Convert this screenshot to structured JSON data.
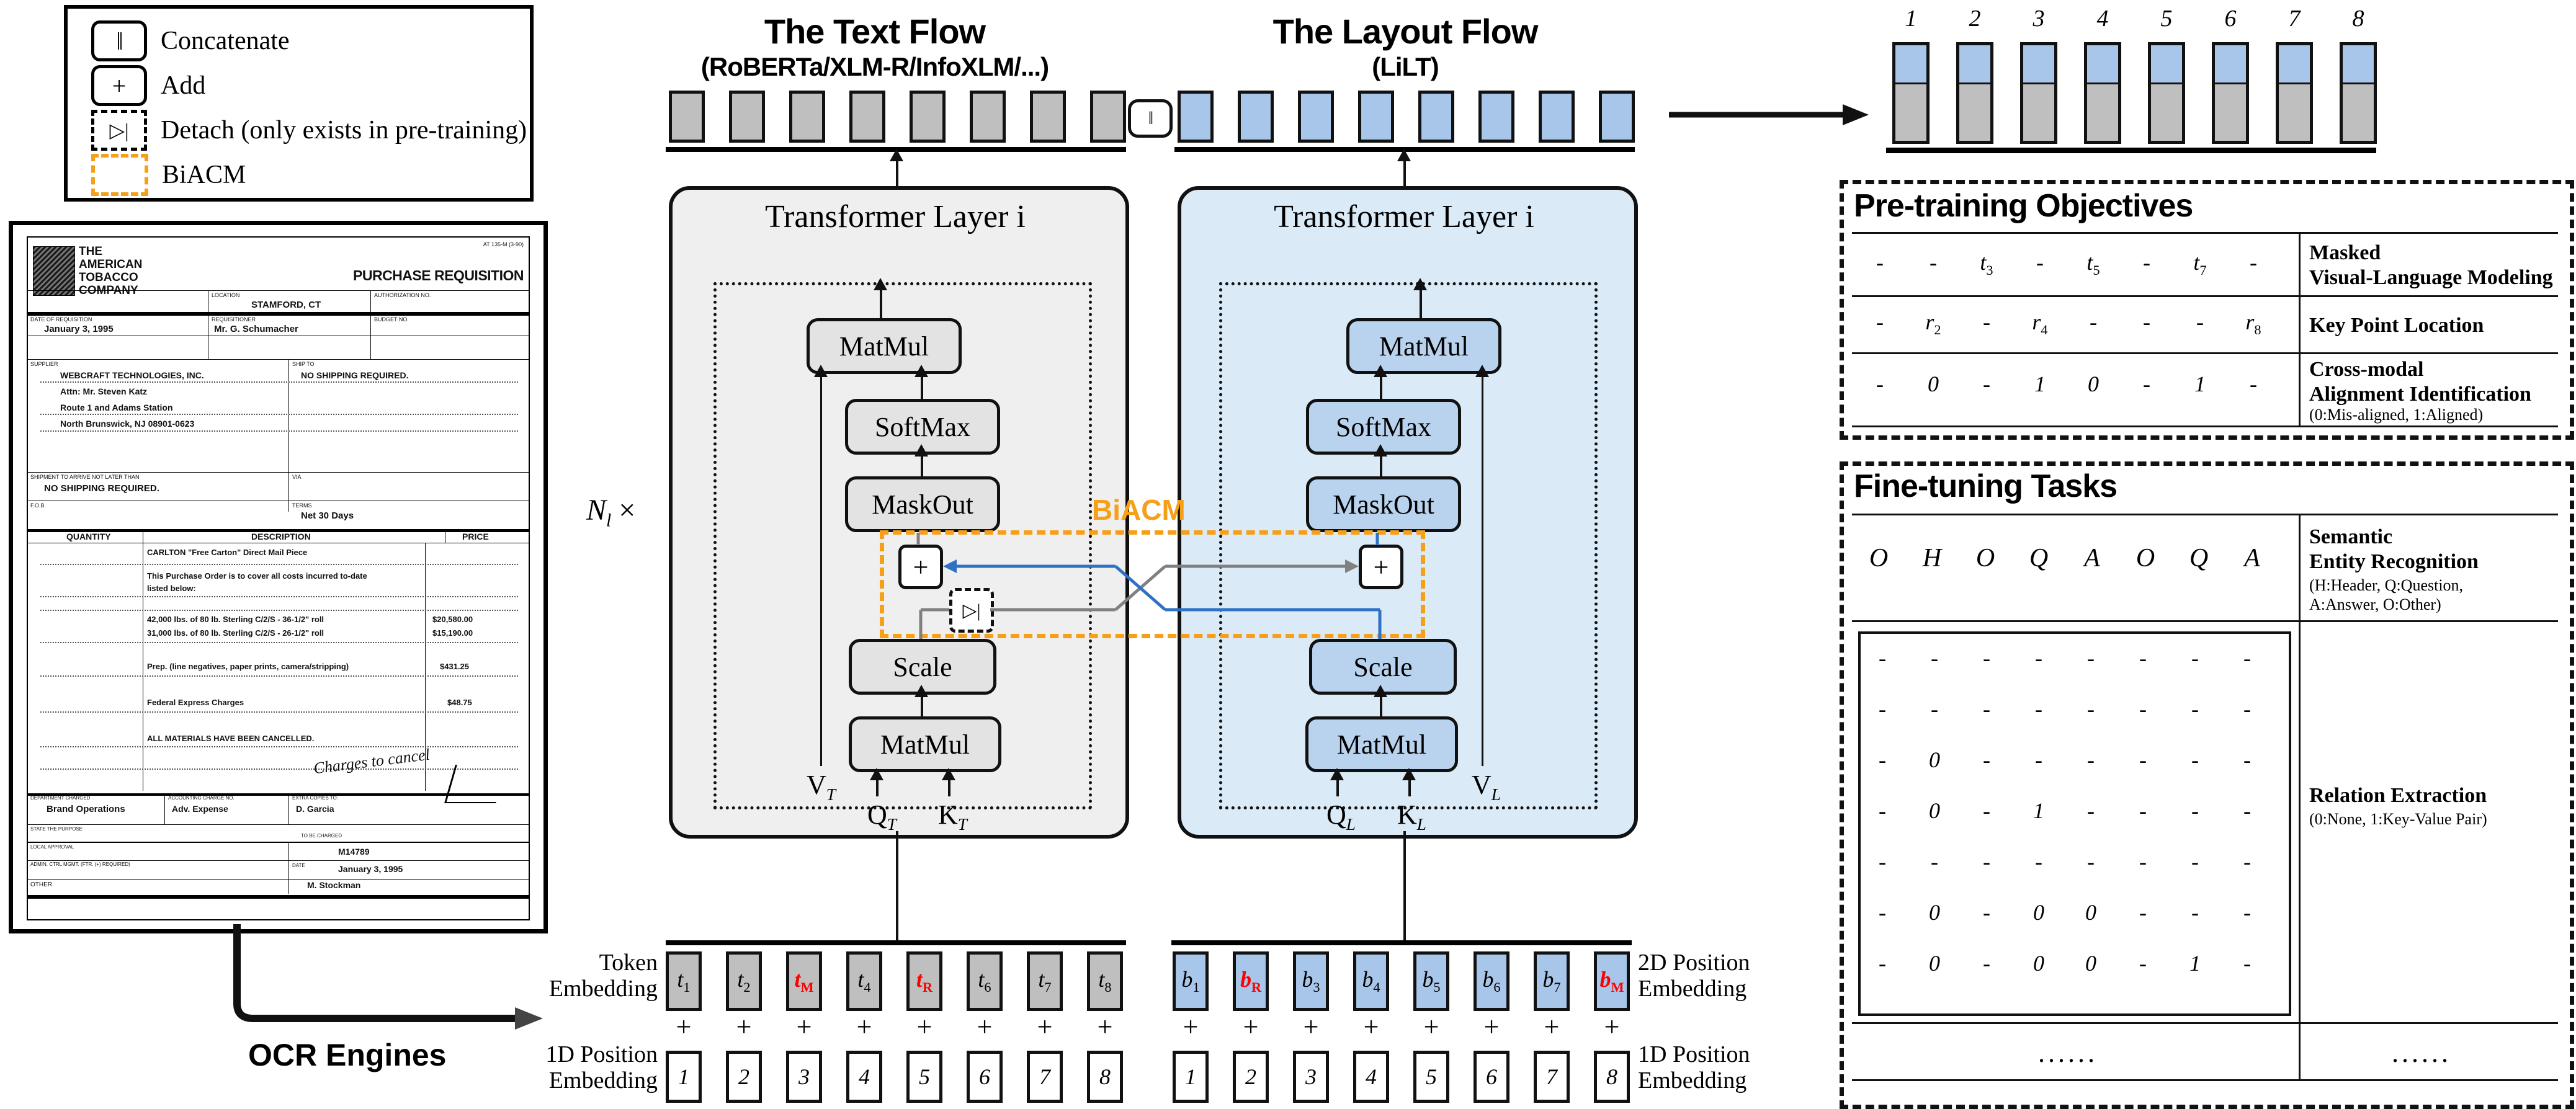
{
  "legend": {
    "items": [
      {
        "icon": "concatenate-icon",
        "glyph": "‖",
        "label": "Concatenate"
      },
      {
        "icon": "add-icon",
        "glyph": "+",
        "label": "Add"
      },
      {
        "icon": "detach-icon",
        "glyph": "▷|",
        "label": "Detach (only exists in pre-training)"
      },
      {
        "icon": "biacm-icon",
        "glyph": "",
        "label": "BiACM"
      }
    ]
  },
  "document": {
    "form_code": "AT 135-M (3-90)",
    "company": [
      "THE",
      "AMERICAN",
      "TOBACCO",
      "COMPANY"
    ],
    "title": "PURCHASE REQUISITION",
    "fields": [
      {
        "label": "LOCATION",
        "value": "STAMFORD, CT"
      },
      {
        "label": "AUTHORIZATION NO.",
        "value": ""
      },
      {
        "label": "DATE OF REQUISITION",
        "value": "January 3, 1995"
      },
      {
        "label": "REQUISITIONER",
        "value": "Mr. G. Schumacher"
      },
      {
        "label": "BUDGET NO.",
        "value": ""
      },
      {
        "label": "SUPPLIER",
        "value": ""
      },
      {
        "label": "SHIP TO",
        "value": "NO SHIPPING REQUIRED."
      },
      {
        "label": "SHIPMENT TO ARRIVE NOT LATER THAN",
        "value": "NO SHIPPING REQUIRED."
      },
      {
        "label": "VIA",
        "value": ""
      },
      {
        "label": "F.O.B.",
        "value": ""
      },
      {
        "label": "TERMS",
        "value": "Net 30 Days"
      }
    ],
    "supplier_lines": [
      "WEBCRAFT TECHNOLOGIES, INC.",
      "Attn: Mr. Steven Katz",
      "Route 1 and Adams Station",
      "North Brunswick, NJ 08901-0623"
    ],
    "table_headers": [
      "QUANTITY",
      "DESCRIPTION",
      "PRICE"
    ],
    "lines": [
      {
        "desc": "CARLTON \"Free Carton\" Direct Mail Piece",
        "price": ""
      },
      {
        "desc": "This Purchase Order is to cover all costs incurred to-date",
        "price": ""
      },
      {
        "desc": "listed below:",
        "price": ""
      },
      {
        "desc": "42,000 lbs. of 80 lb. Sterling C/2/S - 36-1/2\" roll",
        "price": "$20,580.00"
      },
      {
        "desc": "31,000 lbs. of 80 lb. Sterling C/2/S - 26-1/2\" roll",
        "price": "$15,190.00"
      },
      {
        "desc": "Prep. (line negatives, paper prints, camera/stripping)",
        "price": "$431.25"
      },
      {
        "desc": "Federal Express Charges",
        "price": "$48.75"
      },
      {
        "desc": "ALL MATERIALS HAVE BEEN CANCELLED.",
        "price": ""
      }
    ],
    "handwriting": "Charges to cancel",
    "footer": [
      {
        "label": "DEPARTMENT CHARGED",
        "value": "Brand Operations"
      },
      {
        "label": "ACCOUNTING CHARGE NO.",
        "value": "Adv. Expense"
      },
      {
        "label": "EXTRA COPIES TO:",
        "value": "D. Garcia"
      },
      {
        "label": "STATE THE PURPOSE",
        "value": ""
      },
      {
        "label": "LOCAL APPROVAL",
        "value": ""
      },
      {
        "label": "TO BE CHARGED",
        "value": ""
      },
      {
        "label": "ADMIN. CTRL MGMT. (FTR. (+) REQUIRED)",
        "value": "M14789"
      },
      {
        "label": "DATE",
        "value": "January 3, 1995"
      },
      {
        "label": "OTHER",
        "value": "M. Stockman"
      }
    ]
  },
  "ocr_arrow_label": "OCR Engines",
  "text_flow": {
    "title": "The Text Flow",
    "subtitle": "(RoBERTa/XLM-R/InfoXLM/...)",
    "layer_title": "Transformer Layer i",
    "ops": [
      "MatMul",
      "SoftMax",
      "MaskOut",
      "Scale",
      "MatMul"
    ],
    "inputs": [
      "V",
      "Q",
      "K"
    ],
    "input_sub": "T",
    "tokens": [
      {
        "base": "t",
        "sub": "1",
        "red": false
      },
      {
        "base": "t",
        "sub": "2",
        "red": false
      },
      {
        "base": "t",
        "sub": "M",
        "red": true
      },
      {
        "base": "t",
        "sub": "4",
        "red": false
      },
      {
        "base": "t",
        "sub": "R",
        "red": true
      },
      {
        "base": "t",
        "sub": "6",
        "red": false
      },
      {
        "base": "t",
        "sub": "7",
        "red": false
      },
      {
        "base": "t",
        "sub": "8",
        "red": false
      }
    ],
    "positions": [
      "1",
      "2",
      "3",
      "4",
      "5",
      "6",
      "7",
      "8"
    ]
  },
  "layout_flow": {
    "title": "The Layout Flow",
    "subtitle": "(LiLT)",
    "layer_title": "Transformer Layer i",
    "ops": [
      "MatMul",
      "SoftMax",
      "MaskOut",
      "Scale",
      "MatMul"
    ],
    "inputs": [
      "Q",
      "K",
      "V"
    ],
    "input_sub": "L",
    "tokens": [
      {
        "base": "b",
        "sub": "1",
        "red": false
      },
      {
        "base": "b",
        "sub": "R",
        "red": true
      },
      {
        "base": "b",
        "sub": "3",
        "red": false
      },
      {
        "base": "b",
        "sub": "4",
        "red": false
      },
      {
        "base": "b",
        "sub": "5",
        "red": false
      },
      {
        "base": "b",
        "sub": "6",
        "red": false
      },
      {
        "base": "b",
        "sub": "7",
        "red": false
      },
      {
        "base": "b",
        "sub": "M",
        "red": true
      }
    ],
    "positions": [
      "1",
      "2",
      "3",
      "4",
      "5",
      "6",
      "7",
      "8"
    ]
  },
  "biacm_label": "BiACM",
  "concat_glyph": "‖",
  "repeat_label": "N",
  "repeat_sub": "l",
  "repeat_times": "×",
  "side_labels": {
    "token_embedding": "Token\nEmbedding",
    "pos1d_left": "1D Position\nEmbedding",
    "pos2d_right": "2D Position\nEmbedding",
    "pos1d_right": "1D Position\nEmbedding",
    "plus": "+"
  },
  "output_bars": {
    "indices": [
      "1",
      "2",
      "3",
      "4",
      "5",
      "6",
      "7",
      "8"
    ],
    "top_color": "#a8c5ea",
    "bottom_color": "#bfbfbf"
  },
  "pretraining": {
    "title": "Pre-training Objectives",
    "rows": [
      {
        "cells": [
          "-",
          "-",
          "t3",
          "-",
          "t5",
          "-",
          "t7",
          "-"
        ],
        "name": "Masked\nVisual-Language Modeling",
        "sub": ""
      },
      {
        "cells": [
          "-",
          "r2",
          "-",
          "r4",
          "-",
          "-",
          "-",
          "r8"
        ],
        "name": "Key Point Location",
        "sub": ""
      },
      {
        "cells": [
          "-",
          "0",
          "-",
          "1",
          "0",
          "-",
          "1",
          "-"
        ],
        "name": "Cross-modal\nAlignment Identification",
        "sub": "(0:Mis-aligned, 1:Aligned)"
      }
    ]
  },
  "finetuning": {
    "title": "Fine-tuning Tasks",
    "ser_row": [
      "O",
      "H",
      "O",
      "Q",
      "A",
      "O",
      "Q",
      "A"
    ],
    "ser_name": "Semantic\nEntity Recognition",
    "ser_sub": "(H:Header, Q:Question,\n A:Answer, O:Other)",
    "re_name": "Relation Extraction",
    "re_sub": "(0:None, 1:Key-Value Pair)",
    "re_matrix": [
      [
        "-",
        "-",
        "-",
        "-",
        "-",
        "-",
        "-",
        "-"
      ],
      [
        "-",
        "-",
        "-",
        "-",
        "-",
        "-",
        "-",
        "-"
      ],
      [
        "-",
        "0",
        "-",
        "-",
        "-",
        "-",
        "-",
        "-"
      ],
      [
        "-",
        "0",
        "-",
        "1",
        "-",
        "-",
        "-",
        "-"
      ],
      [
        "-",
        "-",
        "-",
        "-",
        "-",
        "-",
        "-",
        "-"
      ],
      [
        "-",
        "0",
        "-",
        "0",
        "0",
        "-",
        "-",
        "-"
      ],
      [
        "-",
        "0",
        "-",
        "0",
        "0",
        "-",
        "1",
        "-"
      ]
    ],
    "ellipsis_left": "......",
    "ellipsis_right": "......"
  }
}
